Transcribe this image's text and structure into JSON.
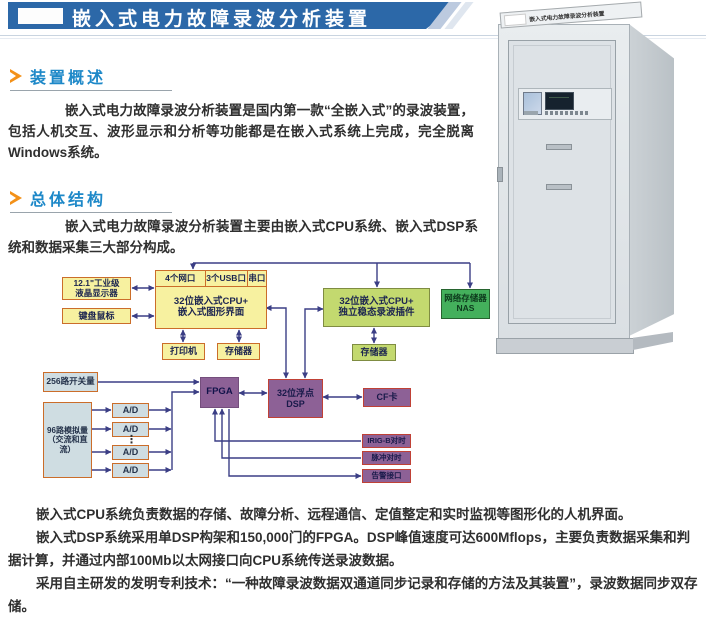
{
  "colors": {
    "header_bar": "#2c68a8",
    "section_title": "#1d88c8",
    "section_icon": "#f39119",
    "arrow": "#3b3e85",
    "yellow_box_bg": "#f7f1a0",
    "yellow_box_border": "#cb6d2a",
    "green_box_bg": "#c3d96f",
    "nas_box_bg": "#44b05c",
    "blue_box_bg": "#cfdde2",
    "purple_box_bg": "#8d6196",
    "purple_box_border": "#c04136"
  },
  "header": {
    "title": "嵌入式电力故障录波分析装置"
  },
  "sections": {
    "overview": {
      "title": "装置概述",
      "body": "嵌入式电力故障录波分析装置是国内第一款“全嵌入式”的录波装置，包括人机交互、波形显示和分析等功能都是在嵌入式系统上完成，完全脱离Windows系统。"
    },
    "structure": {
      "title": "总体结构",
      "intro": "嵌入式电力故障录波分析装置主要由嵌入式CPU系统、嵌入式DSP系统和数据采集三大部分构成。"
    }
  },
  "diagram": {
    "cpu_ports": [
      "4个网口",
      "3个USB口",
      "串口"
    ],
    "cpu_main": [
      "32位嵌入式CPU+",
      "嵌入式图形界面"
    ],
    "cpu_steady": [
      "32位嵌入式CPU+",
      "独立稳态录波插件"
    ],
    "nas": [
      "网络存储器",
      "NAS"
    ],
    "lcd": [
      "12.1\"工业级",
      "液晶显示器"
    ],
    "keyboard": "键盘鼠标",
    "printer": "打印机",
    "storage_cpu": "存储器",
    "storage_steady": "存储器",
    "switch_input": "256路开关量",
    "analog_input": [
      "96路模拟量",
      "（交流和直流）"
    ],
    "ad": "A/D",
    "ad_ellipsis": "⋮",
    "fpga": "FPGA",
    "dsp": [
      "32位浮点",
      "DSP"
    ],
    "cf_card": "CF卡",
    "irig": "IRIG-B对时",
    "pulse": "脉冲对时",
    "alarm": "告警接口"
  },
  "cabinet": {
    "nameplate": "嵌入式电力故障录波分析装置"
  },
  "footer": {
    "paragraphs": [
      "嵌入式CPU系统负责数据的存储、故障分析、远程通信、定值整定和实时监视等图形化的人机界面。",
      "嵌入式DSP系统采用单DSP构架和150,000门的FPGA。DSP峰值速度可达600Mflops，主要负责数据采集和判据计算，并通过内部100Mb以太网接口向CPU系统传送录波数据。",
      "采用自主研发的发明专利技术：“一种故障录波数据双通道同步记录和存储的方法及其装置”，录波数据同步双存储。"
    ]
  }
}
